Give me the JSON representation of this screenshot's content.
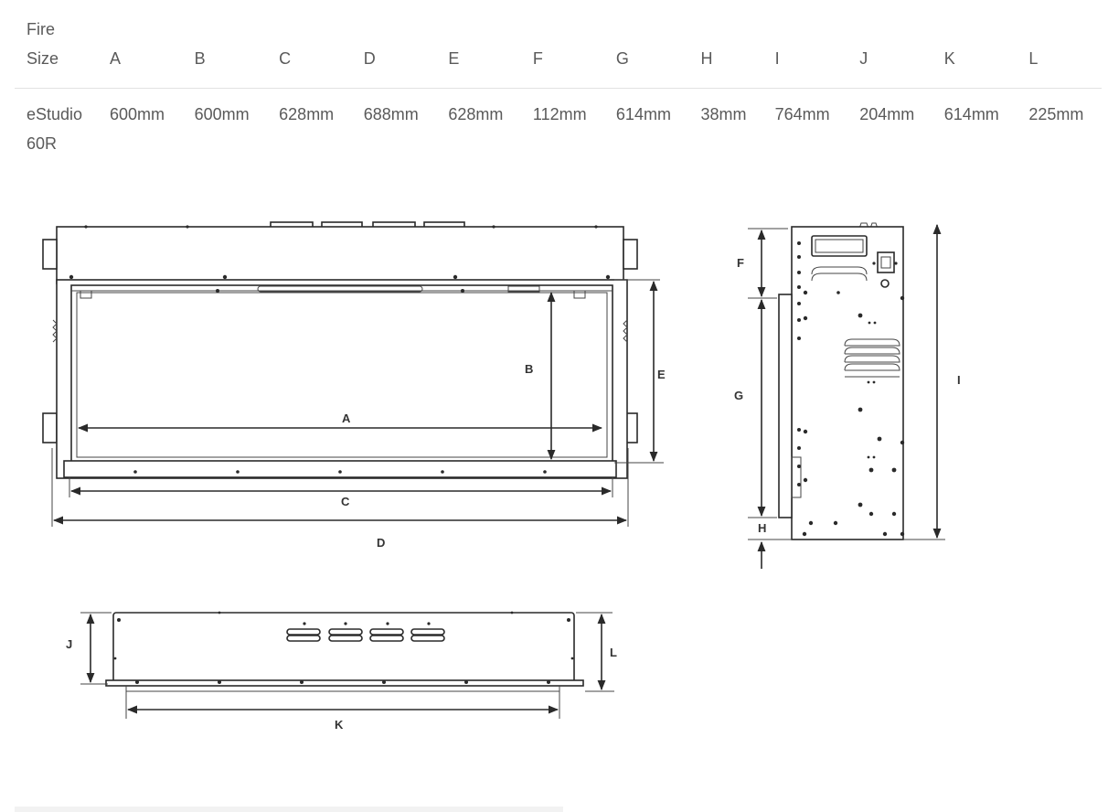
{
  "table": {
    "headers": [
      "Fire Size",
      "A",
      "B",
      "C",
      "D",
      "E",
      "F",
      "G",
      "H",
      "I",
      "J",
      "K",
      "L"
    ],
    "rows": [
      [
        "eStudio 60R",
        "600mm",
        "600mm",
        "628mm",
        "688mm",
        "628mm",
        "112mm",
        "614mm",
        "38mm",
        "764mm",
        "204mm",
        "614mm",
        "225mm"
      ]
    ]
  },
  "drawing_labels": {
    "a": "A",
    "b": "B",
    "c": "C",
    "d": "D",
    "e": "E",
    "f": "F",
    "g": "G",
    "h": "H",
    "i": "I",
    "j": "J",
    "k": "K",
    "l": "L"
  }
}
